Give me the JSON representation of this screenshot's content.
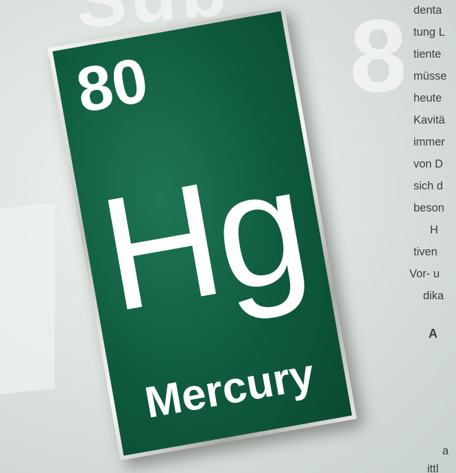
{
  "element_card": {
    "atomic_number": "80",
    "symbol": "Hg",
    "name": "Mercury"
  },
  "background": {
    "top_glyph": "Sub",
    "right_glyph": "8"
  },
  "article_text": {
    "lines": [
      "denta",
      "tung L",
      "tiente",
      "müsse",
      "heute",
      "Kavitä",
      "immer",
      "von D",
      "sich d",
      "beson",
      "H",
      "tiven",
      "Vor- u",
      "dika",
      "A",
      "a",
      "ittl"
    ]
  },
  "colors": {
    "card_green": "#0f5b3e",
    "card_text": "#ffffff",
    "frame": "#e6e6e2",
    "body_text": "#3b3f3c"
  }
}
